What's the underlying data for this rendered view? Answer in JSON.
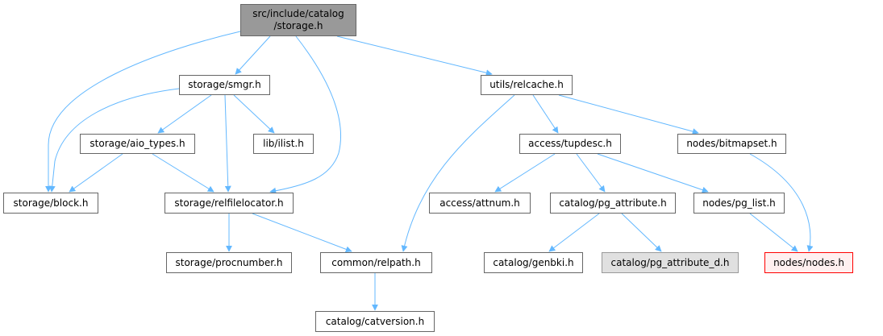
{
  "graph": {
    "root": {
      "line1": "src/include/catalog",
      "line2": "/storage.h"
    },
    "nodes": {
      "smgr": "storage/smgr.h",
      "relcache": "utils/relcache.h",
      "aio_types": "storage/aio_types.h",
      "ilist": "lib/ilist.h",
      "tupdesc": "access/tupdesc.h",
      "bitmapset": "nodes/bitmapset.h",
      "block": "storage/block.h",
      "relfilelocator": "storage/relfilelocator.h",
      "attnum": "access/attnum.h",
      "pg_attribute": "catalog/pg_attribute.h",
      "pg_list": "nodes/pg_list.h",
      "procnumber": "storage/procnumber.h",
      "relpath": "common/relpath.h",
      "genbki": "catalog/genbki.h",
      "pg_attribute_d": "catalog/pg_attribute_d.h",
      "nodes": "nodes/nodes.h",
      "catversion": "catalog/catversion.h"
    },
    "colors": {
      "edge": "#63b8ff",
      "root_fill": "#999999",
      "missing_fill": "#e0e0e0",
      "cycle_border": "#ff0000"
    }
  }
}
